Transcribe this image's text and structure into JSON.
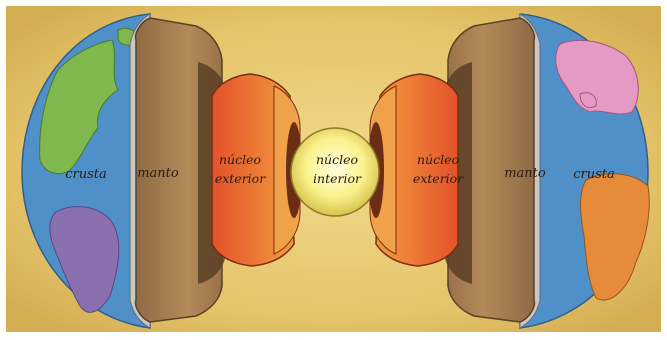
{
  "labels": {
    "left_crust": "crusta",
    "left_mantle": "manto",
    "left_outer_core": [
      "núcleo",
      "exterior"
    ],
    "inner_core": [
      "núcleo",
      "interior"
    ],
    "right_outer_core": [
      "núcleo",
      "exterior"
    ],
    "right_mantle": "manto",
    "right_crust": "crusta"
  },
  "colors": {
    "background": "#e7c86f",
    "ocean": "#4f90c9",
    "land_green": "#7fb84c",
    "land_purple": "#8b70b0",
    "land_pink": "#e59ac3",
    "land_orange": "#e58b3a",
    "mantle": "#a97f52",
    "outer_core": "#e7652a",
    "inner_core": "#fdf7a0",
    "crust_rim": "#bdbdbd"
  }
}
